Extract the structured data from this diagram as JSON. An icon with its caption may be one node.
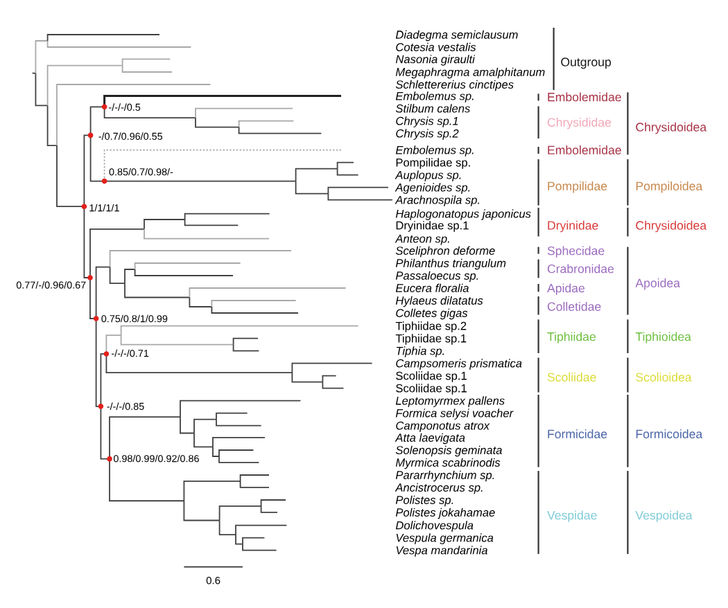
{
  "diagram": {
    "labels": [
      "Diadegma semiclausum",
      "Cotesia vestalis",
      "Nasonia giraulti",
      "Megaphragma amalphitanum",
      "Schlettererius cinctipes",
      "Embolemus sp.",
      "Stilbum calens",
      "Chrysis sp.1",
      "Chrysis sp.2",
      "Embolemus sp.",
      "Pompilidae sp.",
      "Auplopus sp.",
      "Agenioides sp.",
      "Arachnospila sp.",
      "Haplogonatopus japonicus",
      "Dryinidae sp.1",
      "Anteon sp.",
      "Sceliphron deforme",
      "Philanthus triangulum",
      "Passaloecus sp.",
      "Eucera floralia",
      "Hylaeus dilatatus",
      "Colletes gigas",
      "Tiphiidae sp.2",
      "Tiphiidae sp.1",
      "Tiphia sp.",
      "Campsomeris prismatica",
      "Scoliidae sp.1",
      "Scoliidae sp.1",
      "Leptomyrmex pallens",
      "Formica selysi voacher",
      "Camponotus atrox",
      "Atta laevigata",
      "Solenopsis geminata",
      "Myrmica scabrinodis",
      "Pararrhynchium sp.",
      "Ancistrocerus sp.",
      "Polistes sp.",
      "Polistes jokahamae",
      "Dolichovespula",
      "Vespula germanica",
      "Vespa mandarinia",
      "Outgroup",
      "Embolemidae",
      "Chrysididae",
      "Embolemidae",
      "Pompilidae",
      "Dryinidae",
      "Sphecidae",
      "Crabronidae",
      "Apidae",
      "Colletidae",
      "Tiphiidae",
      "Scoliidae",
      "Formicidae",
      "Vespidae",
      "Chrysidoidea",
      "Pompiloidea",
      "Chrysidoidea",
      "Apoidea",
      "Tiphioidea",
      "Scolioidea",
      "Formicoidea",
      "Vespoidea",
      "-/-/-/0.5",
      "-/0.7/0.96/0.55",
      "0.85/0.7/0.98/-",
      "1/1/1/1",
      "0.77/-/0.96/0.67",
      "0.75/0.8/1/0.99",
      "-/-/-/0.71",
      "-/-/-/0.85",
      "0.98/0.99/0.92/0.86",
      "0.6"
    ]
  }
}
